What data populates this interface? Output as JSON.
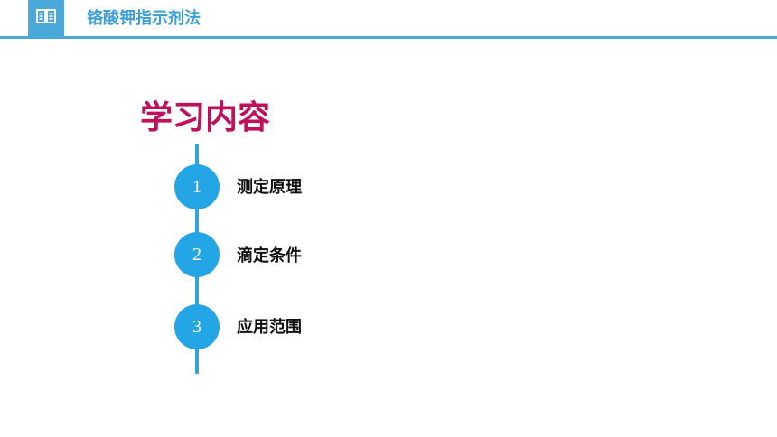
{
  "header": {
    "icon": "book-icon",
    "title": "铬酸钾指示剂法"
  },
  "content": {
    "section_title": "学习内容",
    "steps": [
      {
        "number": "1",
        "label": "测定原理"
      },
      {
        "number": "2",
        "label": "滴定条件"
      },
      {
        "number": "3",
        "label": "应用范围"
      }
    ]
  },
  "colors": {
    "accent_blue": "#4aa8db",
    "circle_blue": "#24a5e6",
    "title_magenta": "#c0105c"
  }
}
